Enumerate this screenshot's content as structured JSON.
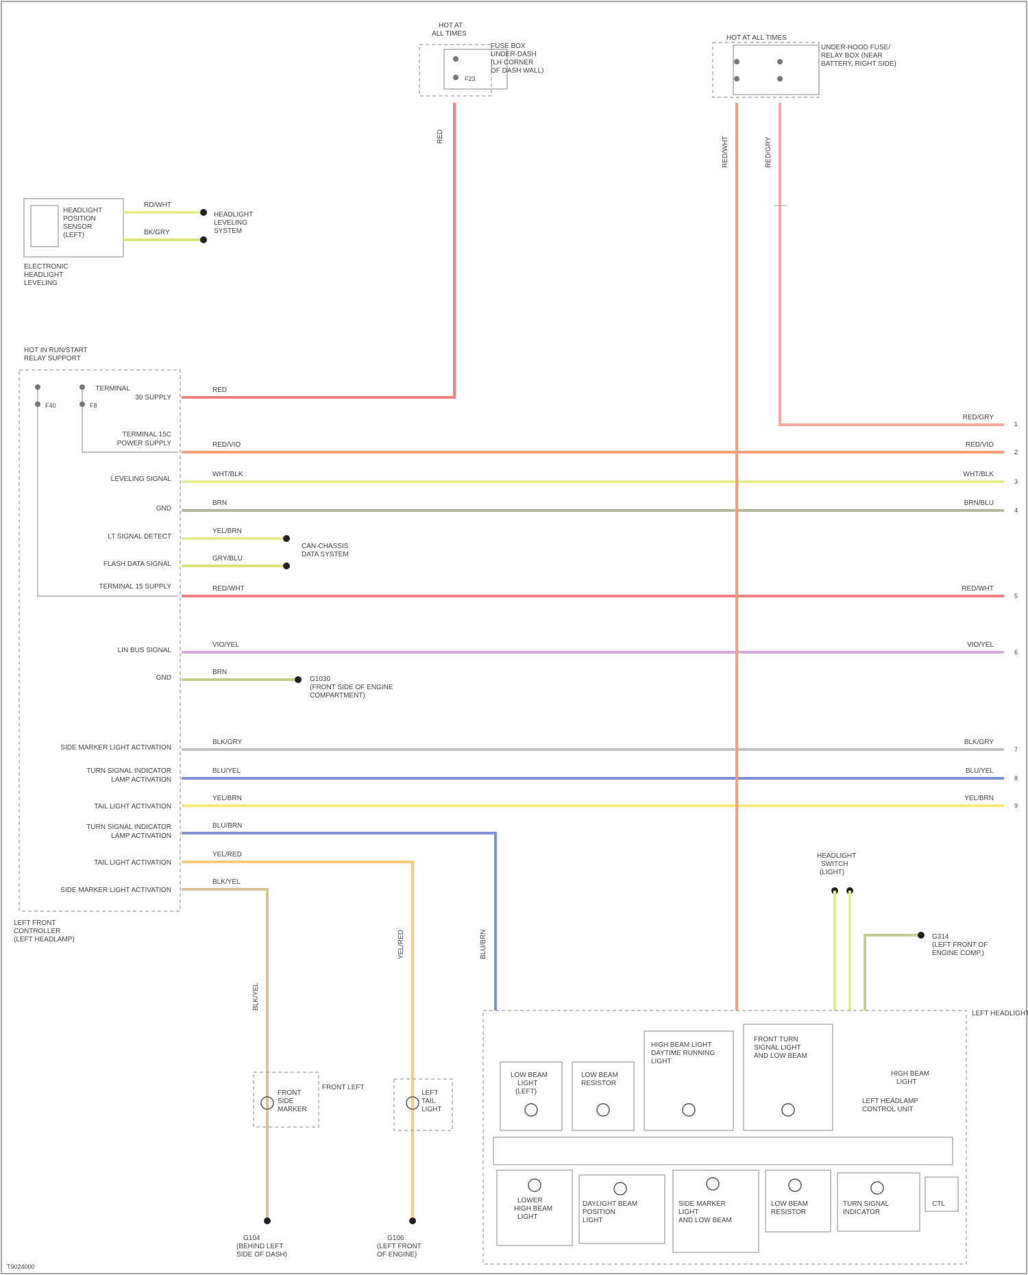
{
  "wire_colors": {
    "red": "#f08080",
    "orange": "#f5a07a",
    "yellow_green": "#e3ed8e",
    "olive": "#b4b79a",
    "violet": "#d8a8e6",
    "grey": "#c2c2c2",
    "blue": "#7f8fd9",
    "yellow": "#f5ec7e",
    "orange_light": "#ffc97a",
    "tan": "#d9c697"
  },
  "labels": {
    "fuse_top_left": [
      "HOT AT",
      "ALL TIMES"
    ],
    "fuse_top_left_box": [
      "FUSE BOX",
      "UNDER-DASH",
      "(LH CORNER",
      "OF DASH WALL)"
    ],
    "fuse_top_left_pin": "F23",
    "fuse_top_right": [
      "HOT AT ALL TIMES"
    ],
    "fuse_top_right_box": [
      "UNDER-HOOD FUSE/",
      "RELAY BOX (NEAR",
      "BATTERY, RIGHT SIDE)"
    ],
    "sensor_block": [
      "HEADLIGHT",
      "POSITION",
      "SENSOR",
      "(LEFT)"
    ],
    "sensor_sub": [
      "ELECTRONIC",
      "HEADLIGHT",
      "LEVELING"
    ],
    "sensor_wire_1": "RD/WHT",
    "sensor_wire_2": "BK/GRY",
    "sensor_dest": [
      "HEADLIGHT",
      "LEVELING",
      "SYSTEM"
    ],
    "module_header": [
      "HOT IN RUN/START",
      "RELAY SUPPORT"
    ],
    "module_footer": [
      "LEFT FRONT",
      "CONTROLLER",
      "(LEFT HEADLAMP)"
    ],
    "module_fuse_1": "F40",
    "module_fuse_2": "F8",
    "pin_label_1": [
      "TERMINAL",
      "30 SUPPLY"
    ],
    "pin_label_2": [
      "TERMINAL 15C",
      "POWER SUPPLY"
    ],
    "pin_label_3": "LEVELING SIGNAL",
    "pin_label_4": "GND",
    "pin_label_5": "LT SIGNAL DETECT",
    "pin_label_6": "FLASH DATA SIGNAL",
    "pin_label_7": "TERMINAL 15 SUPPLY",
    "pin_label_8": "LIN BUS SIGNAL",
    "pin_label_9": "GND",
    "pin_label_10": "SIDE MARKER LIGHT ACTIVATION",
    "pin_label_11": [
      "TURN SIGNAL INDICATOR",
      "LAMP ACTIVATION"
    ],
    "pin_label_12": "TAIL LIGHT ACTIVATION",
    "pin_label_13": [
      "TURN SIGNAL INDICATOR",
      "LAMP ACTIVATION"
    ],
    "pin_label_14": "TAIL LIGHT ACTIVATION",
    "pin_label_15": "SIDE MARKER LIGHT ACTIVATION",
    "wire_1": "RED",
    "wire_2": "RED/VIO",
    "wire_3": "WHT/BLK",
    "wire_4": "BRN",
    "wire_5": "YEL/BRN",
    "wire_6": "GRY/BLU",
    "wire_7": "RED/WHT",
    "wire_8": "VIO/YEL",
    "wire_9": "BRN",
    "wire_10": "BLK/GRY",
    "wire_11": "BLU/YEL",
    "wire_12": "YEL/BRN",
    "wire_13": "BLU/BRN",
    "wire_14": "YEL/RED",
    "wire_15": "BLK/YEL",
    "wire_16": "RED/WHT",
    "lin_dest": [
      "CAN-CHASSIS",
      "DATA SYSTEM"
    ],
    "ground_dest": [
      "G1030",
      "(FRONT SIDE OF ENGINE",
      "COMPARTMENT)"
    ],
    "lamp_front": [
      "FRONT",
      "SIDE",
      "MARKER"
    ],
    "lamp_front_title": "FRONT LEFT",
    "lamp_rear": [
      "LEFT",
      "TAIL",
      "LIGHT"
    ],
    "ground_left_1": [
      "G104",
      "(BEHIND LEFT",
      "SIDE OF DASH)"
    ],
    "ground_left_2": [
      "G106",
      "(LEFT FRONT",
      "OF ENGINE)"
    ],
    "ground_right": [
      "G314",
      "(LEFT FRONT OF",
      "ENGINE COMP.)"
    ],
    "right_conn": [
      "LEFT HEADLAMP",
      "CONTROL",
      "UNIT"
    ],
    "headlamp_title": "LEFT HEADLIGHT",
    "lamp_boxes": [
      [
        "LOW BEAM",
        "LIGHT",
        "(LEFT)"
      ],
      [
        "LOW BEAM",
        "RESISTOR"
      ],
      [
        "HIGH BEAM LIGHT",
        "DAYTIME RUNNING",
        "LIGHT"
      ],
      [
        "FRONT TURN",
        "SIGNAL LIGHT",
        "AND LOW BEAM"
      ],
      [
        "HIGH BEAM",
        "LIGHT"
      ],
      [
        "LEFT HEADLAMP",
        "CONTROL UNIT"
      ]
    ],
    "lamp_boxes_lower": [
      [
        "LOWER",
        "HIGH BEAM",
        "LIGHT"
      ],
      [
        "DAYLIGHT BEAM",
        "POSITION",
        "LIGHT"
      ],
      [
        "SIDE MARKER",
        "LIGHT",
        "AND LOW BEAM"
      ],
      [
        "LOW BEAM",
        "RESISTOR"
      ],
      [
        "TURN SIGNAL",
        "INDICATOR"
      ],
      [
        "CTL"
      ]
    ],
    "right_side_wires": [
      "RED/GRY",
      "RED/VIO",
      "WHT/BLK",
      "BRN/BLU",
      "RED/WHT",
      "VIO/YEL",
      "BLK/GRY",
      "BLU/YEL",
      "YEL/BRN"
    ],
    "right_side_pins": [
      "1",
      "2",
      "3",
      "4",
      "5",
      "6",
      "7",
      "8",
      "9"
    ],
    "vertical_wire_1": "RED",
    "vertical_wire_2": "RED/WHT",
    "vertical_wire_3": "RED/GRY",
    "vertical_wire_4": "BLU/BRN",
    "vertical_wire_5": "YEL/RED",
    "vertical_wire_6": "BLK/YEL",
    "switch_label": [
      "HEADLIGHT",
      "SWITCH",
      "(LIGHT)"
    ],
    "footer_code": "T9024000"
  }
}
